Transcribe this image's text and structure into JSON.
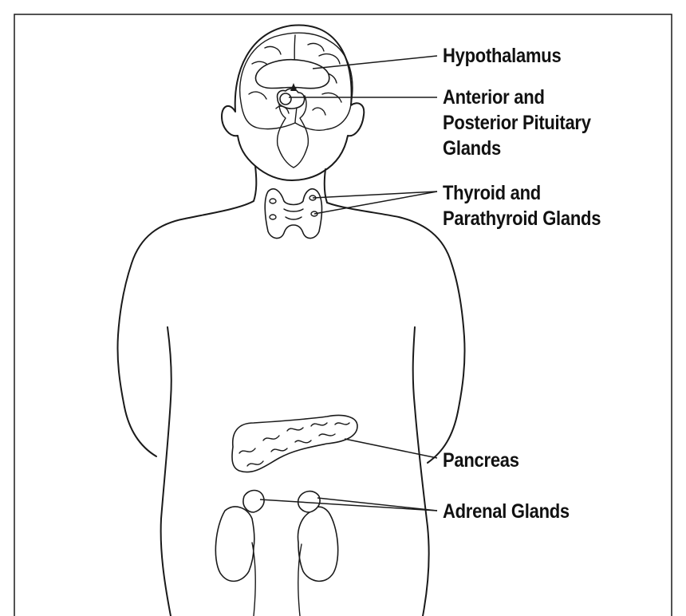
{
  "labels": {
    "hypothalamus": "Hypothalamus",
    "pituitary": [
      "Anterior and",
      "Posterior Pituitary",
      "Glands"
    ],
    "thyroid": [
      "Thyroid and",
      "Parathyroid Glands"
    ],
    "pancreas": "Pancreas",
    "adrenal": "Adrenal Glands"
  },
  "colors": {
    "line": "#1a1a1a",
    "background": "#ffffff",
    "text": "#111111"
  }
}
